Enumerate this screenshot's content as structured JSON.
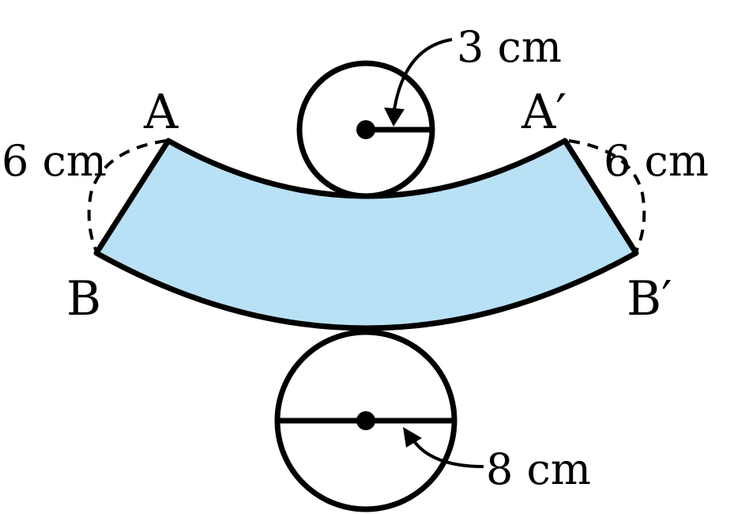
{
  "labels": {
    "point_a": "A",
    "point_a_prime": "A′",
    "point_b": "B",
    "point_b_prime": "B′",
    "radius_small": "3 cm",
    "slant_left": "6 cm",
    "slant_right": "6 cm",
    "diameter_large": "8 cm"
  },
  "colors": {
    "fill": "#b9e1f5",
    "stroke": "#000000"
  }
}
